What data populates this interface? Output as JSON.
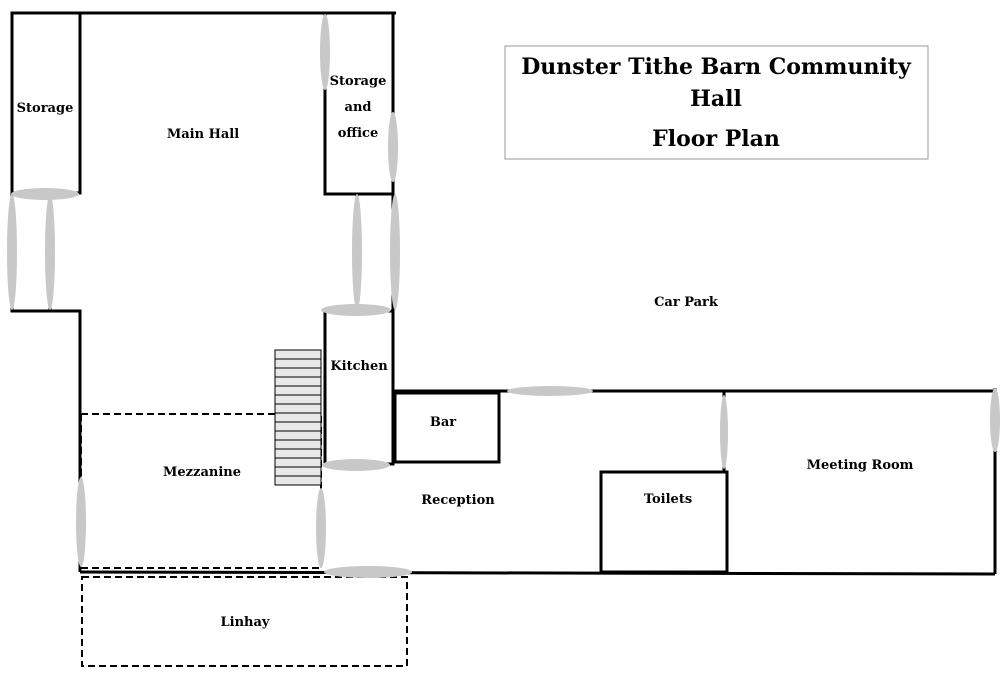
{
  "title": {
    "line1": "Dunster Tithe Barn Community",
    "line2": "Hall",
    "line3": "Floor Plan"
  },
  "rooms": {
    "storage_left": "Storage",
    "main_hall": "Main Hall",
    "storage_office_1": "Storage",
    "storage_office_2": "and",
    "storage_office_3": "office",
    "car_park": "Car Park",
    "kitchen": "Kitchen",
    "bar": "Bar",
    "meeting_room": "Meeting Room",
    "mezzanine": "Mezzanine",
    "reception": "Reception",
    "toilets": "Toilets",
    "linhay": "Linhay"
  },
  "colors": {
    "wall": "#000000",
    "door": "#c8c8c8",
    "stair": "#e8e8e8"
  }
}
